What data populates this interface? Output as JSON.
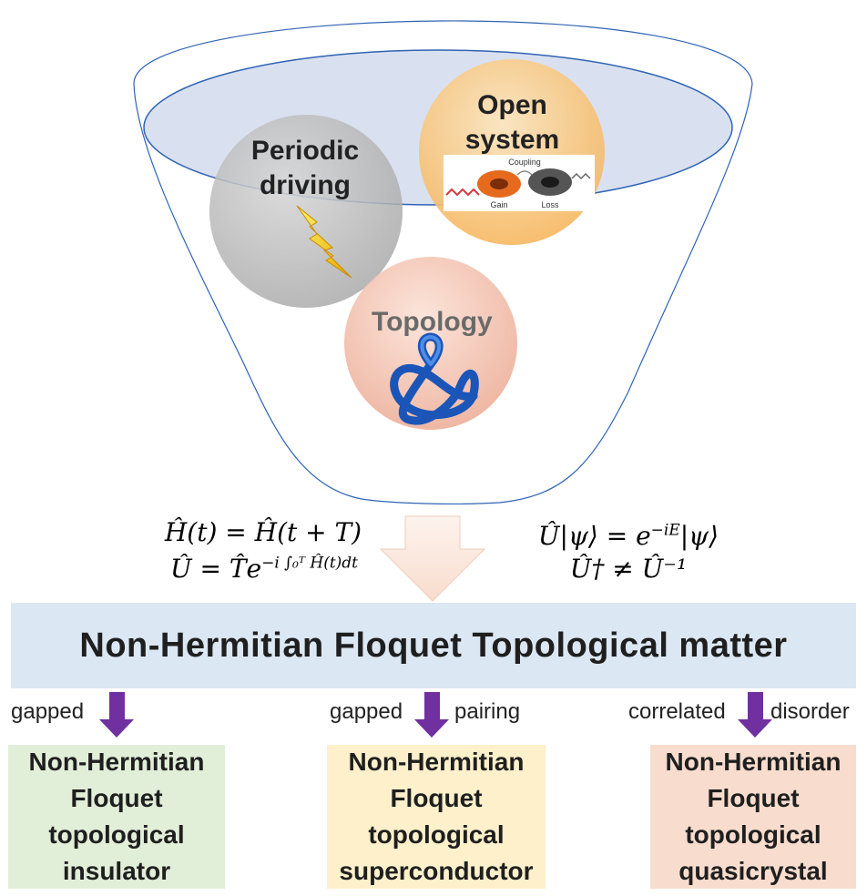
{
  "colors": {
    "funnel_stroke": "#2f64b4",
    "ellipse_fill": "#c9d3e9",
    "periodic_circle": "#bcbcbc",
    "open_circle": "#f7c77b",
    "topology_circle": "#f0b9a4",
    "big_arrow": "#fbe8de",
    "small_arrow": "#7030a0",
    "banner": "#dce7f4",
    "insulator_box": "#e1eed8",
    "superconductor_box": "#fdf0cb",
    "quasicrystal_box": "#f8dccd"
  },
  "funnel": {
    "circles": {
      "periodic": {
        "label": "Periodic\ndriving",
        "icon": "lightning-bolt-icon"
      },
      "open": {
        "label": "Open\nsystem",
        "inset": {
          "coupling": "Coupling",
          "gain": "Gain",
          "loss": "Loss"
        }
      },
      "topology": {
        "label": "Topology",
        "icon": "trefoil-knot-icon"
      }
    }
  },
  "formulas": {
    "left_1": "Ĥ(t) = Ĥ(t + T)",
    "left_2": "Û = T̂e",
    "left_2_exp": "−i ∫₀ᵀ Ĥ(t)dt",
    "right_1": "Û|ψ⟩ = e",
    "right_1_exp": "−iE",
    "right_1_tail": "|ψ⟩",
    "right_2": "Û† ≠ Û⁻¹"
  },
  "banner": {
    "title": "Non-Hermitian Floquet Topological matter"
  },
  "branches": [
    {
      "conditions": [
        "gapped"
      ],
      "result": "Non-Hermitian\nFloquet\ntopological\ninsulator"
    },
    {
      "conditions": [
        "gapped",
        "pairing"
      ],
      "result": "Non-Hermitian\nFloquet\ntopological\nsuperconductor"
    },
    {
      "conditions": [
        "correlated",
        "disorder"
      ],
      "result": "Non-Hermitian\nFloquet\ntopological\nquasicrystal"
    }
  ]
}
